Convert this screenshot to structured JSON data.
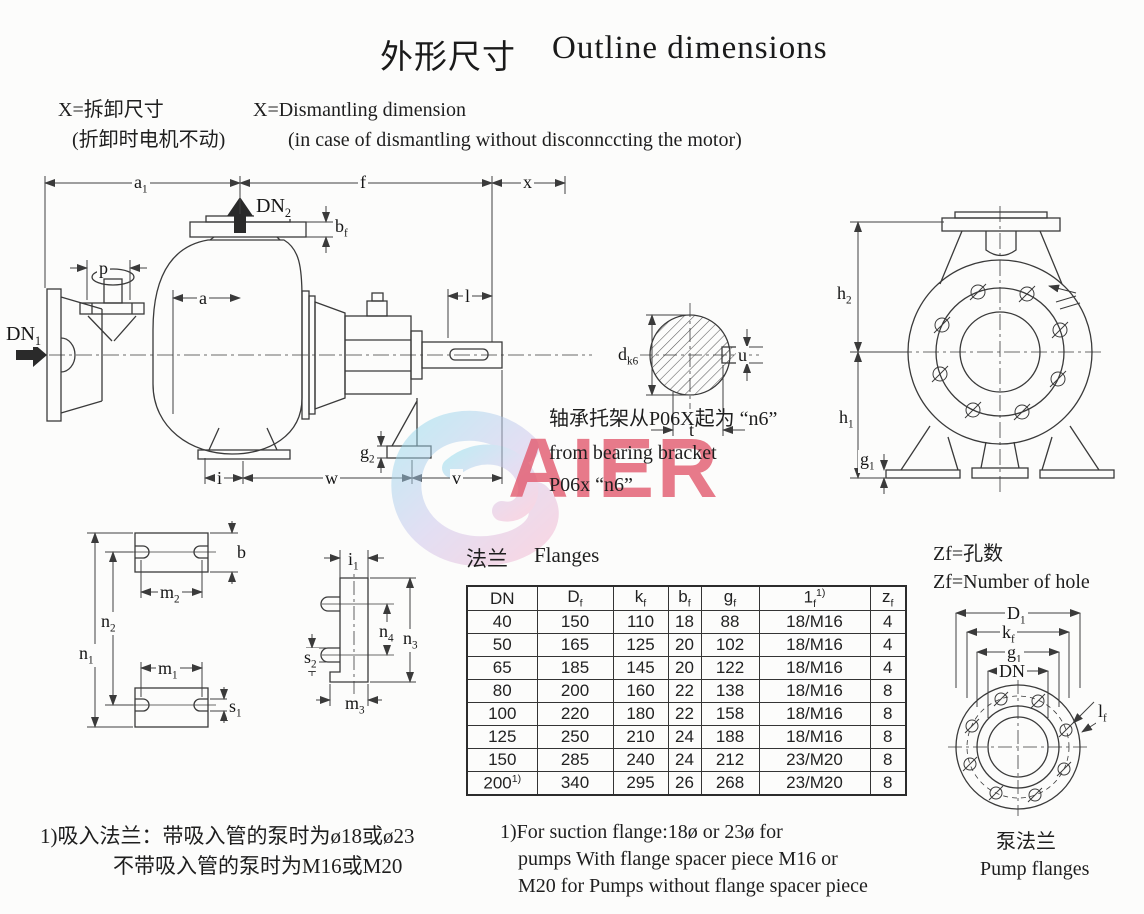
{
  "title": {
    "zh": "外形尺寸",
    "en": "Outline dimensions"
  },
  "legend": {
    "zh1": "X=拆卸尺寸",
    "zh2": "(折卸时电机不动)",
    "en1": "X=Dismantling dimension",
    "en2": "(in case of dismantling without disconnccting the motor)"
  },
  "side_view": {
    "a1": "a|1",
    "f": "f",
    "x": "x",
    "dn2": "DN|2",
    "bf": "b|f",
    "p": "p",
    "a": "a",
    "dn1": "DN|1",
    "l": "l",
    "g2": "g|2",
    "i": "i",
    "w": "w",
    "v": "v"
  },
  "shaft_section": {
    "dk6": "d|k6",
    "u": "u",
    "t": "t"
  },
  "bearing_note": {
    "zh": "轴承托架从P06X起为 “n6”",
    "en1": "from bearing bracket",
    "en2": "P06x “n6”"
  },
  "front_view": {
    "h2": "h|2",
    "h1": "h|1",
    "g1": "g|1"
  },
  "foot_pads": {
    "b": "b",
    "m2": "m|2",
    "n2": "n|2",
    "n1": "n|1",
    "m1": "m|1",
    "s1": "s|1"
  },
  "foot_side": {
    "i1": "i|1",
    "n4": "n|4",
    "n3": "n|3",
    "s2": "s|2",
    "m3": "m|3"
  },
  "flanges": {
    "heading_zh": "法兰",
    "heading_en": "Flanges",
    "headers": [
      "DN",
      "D|f",
      "k|f",
      "b|f",
      "g|f",
      "1|f|1)",
      "z|f"
    ],
    "rows": [
      [
        "40",
        "150",
        "110",
        "18",
        "88",
        "18/M16",
        "4"
      ],
      [
        "50",
        "165",
        "125",
        "20",
        "102",
        "18/M16",
        "4"
      ],
      [
        "65",
        "185",
        "145",
        "20",
        "122",
        "18/M16",
        "4"
      ],
      [
        "80",
        "200",
        "160",
        "22",
        "138",
        "18/M16",
        "8"
      ],
      [
        "100",
        "220",
        "180",
        "22",
        "158",
        "18/M16",
        "8"
      ],
      [
        "125",
        "250",
        "210",
        "24",
        "188",
        "18/M16",
        "8"
      ],
      [
        "150",
        "285",
        "240",
        "24",
        "212",
        "23/M20",
        "8"
      ],
      [
        "200||1)",
        "340",
        "295",
        "26",
        "268",
        "23/M20",
        "8"
      ]
    ]
  },
  "zf_note": {
    "zh": "Zf=孔数",
    "en": "Zf=Number of hole"
  },
  "pump_flange": {
    "d1": "D|1",
    "kf": "k|f",
    "g1": "g|1",
    "dn": "DN",
    "lf": "l|f",
    "caption_zh": "泵法兰",
    "caption_en": "Pump flanges"
  },
  "notes": {
    "zh1": "1)吸入法兰：带吸入管的泵时为ø18或ø23",
    "zh2": "不带吸入管的泵时为M16或M20",
    "en1": "1)For suction flange:18ø or 23ø for",
    "en2": "pumps With flange spacer piece M16 or",
    "en3": "M20 for Pumps without flange spacer piece"
  },
  "watermark": {
    "text": "AIER"
  },
  "colors": {
    "line": "#3a3a3a",
    "watermark_pink": "#e25a6e",
    "swirl_from": "#8fd9ec",
    "swirl_to": "#f3b3cf"
  }
}
